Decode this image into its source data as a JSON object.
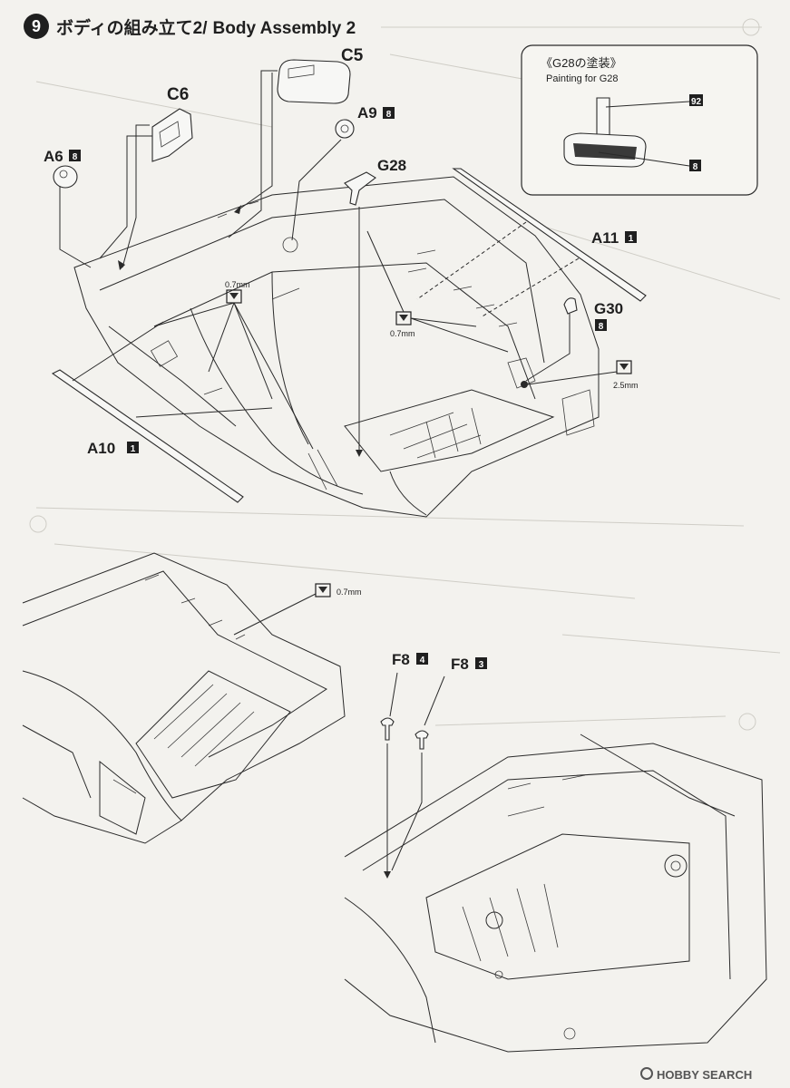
{
  "step": {
    "number": "9",
    "title_jp": "ボディの組み立て2/",
    "title_en": "Body Assembly 2"
  },
  "parts": {
    "c5": "C5",
    "c6": "C6",
    "a9": "A9",
    "a9_color": "8",
    "a6": "A6",
    "a6_color": "8",
    "g28": "G28",
    "a11": "A11",
    "a11_color": "1",
    "g30": "G30",
    "g30_color": "8",
    "a10": "A10",
    "a10_color": "1",
    "f8a": "F8",
    "f8a_color": "4",
    "f8b": "F8",
    "f8b_color": "3"
  },
  "drill": {
    "d1": "0.7mm",
    "d2": "0.7mm",
    "d3": "2.5mm",
    "d4": "0.7mm"
  },
  "inset": {
    "title": "《G28の塗装》",
    "subtitle": "Painting for G28",
    "color_top": "92",
    "color_bottom": "8"
  },
  "watermark": {
    "brand": "HOBBY SEARCH"
  }
}
